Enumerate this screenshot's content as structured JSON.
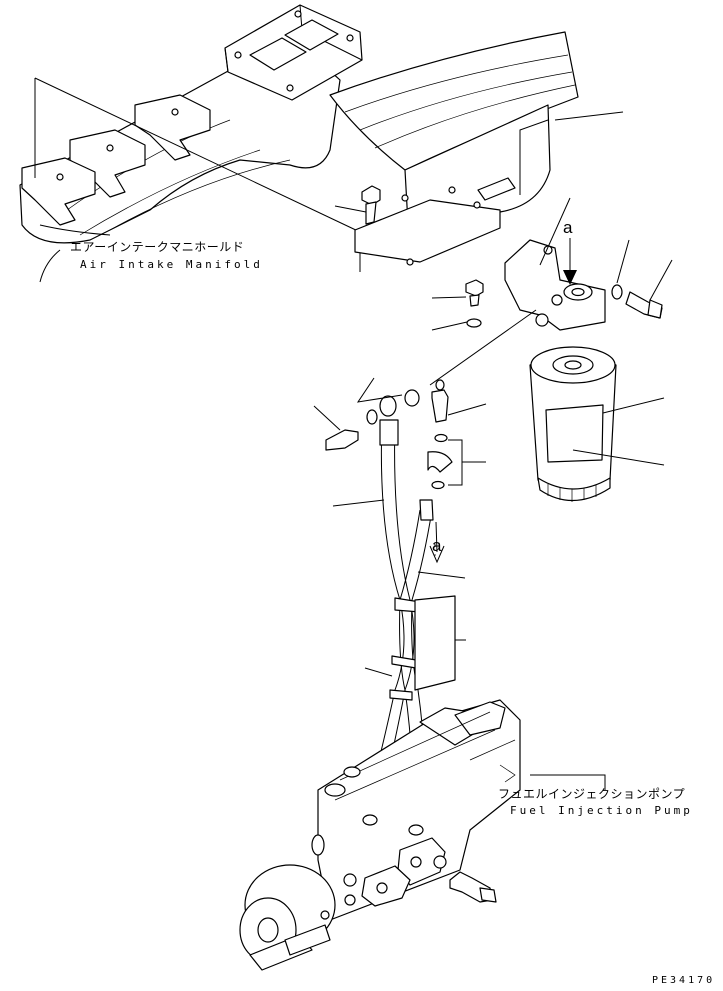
{
  "labels": {
    "manifold_jp": "エアーインテークマニホールド",
    "manifold_en": "Air Intake Manifold",
    "pump_jp": "フュエルインジェクションポンプ",
    "pump_en": "Fuel Injection Pump",
    "marker_top": "a",
    "marker_mid": "a",
    "drawing_code": "PE34170"
  }
}
